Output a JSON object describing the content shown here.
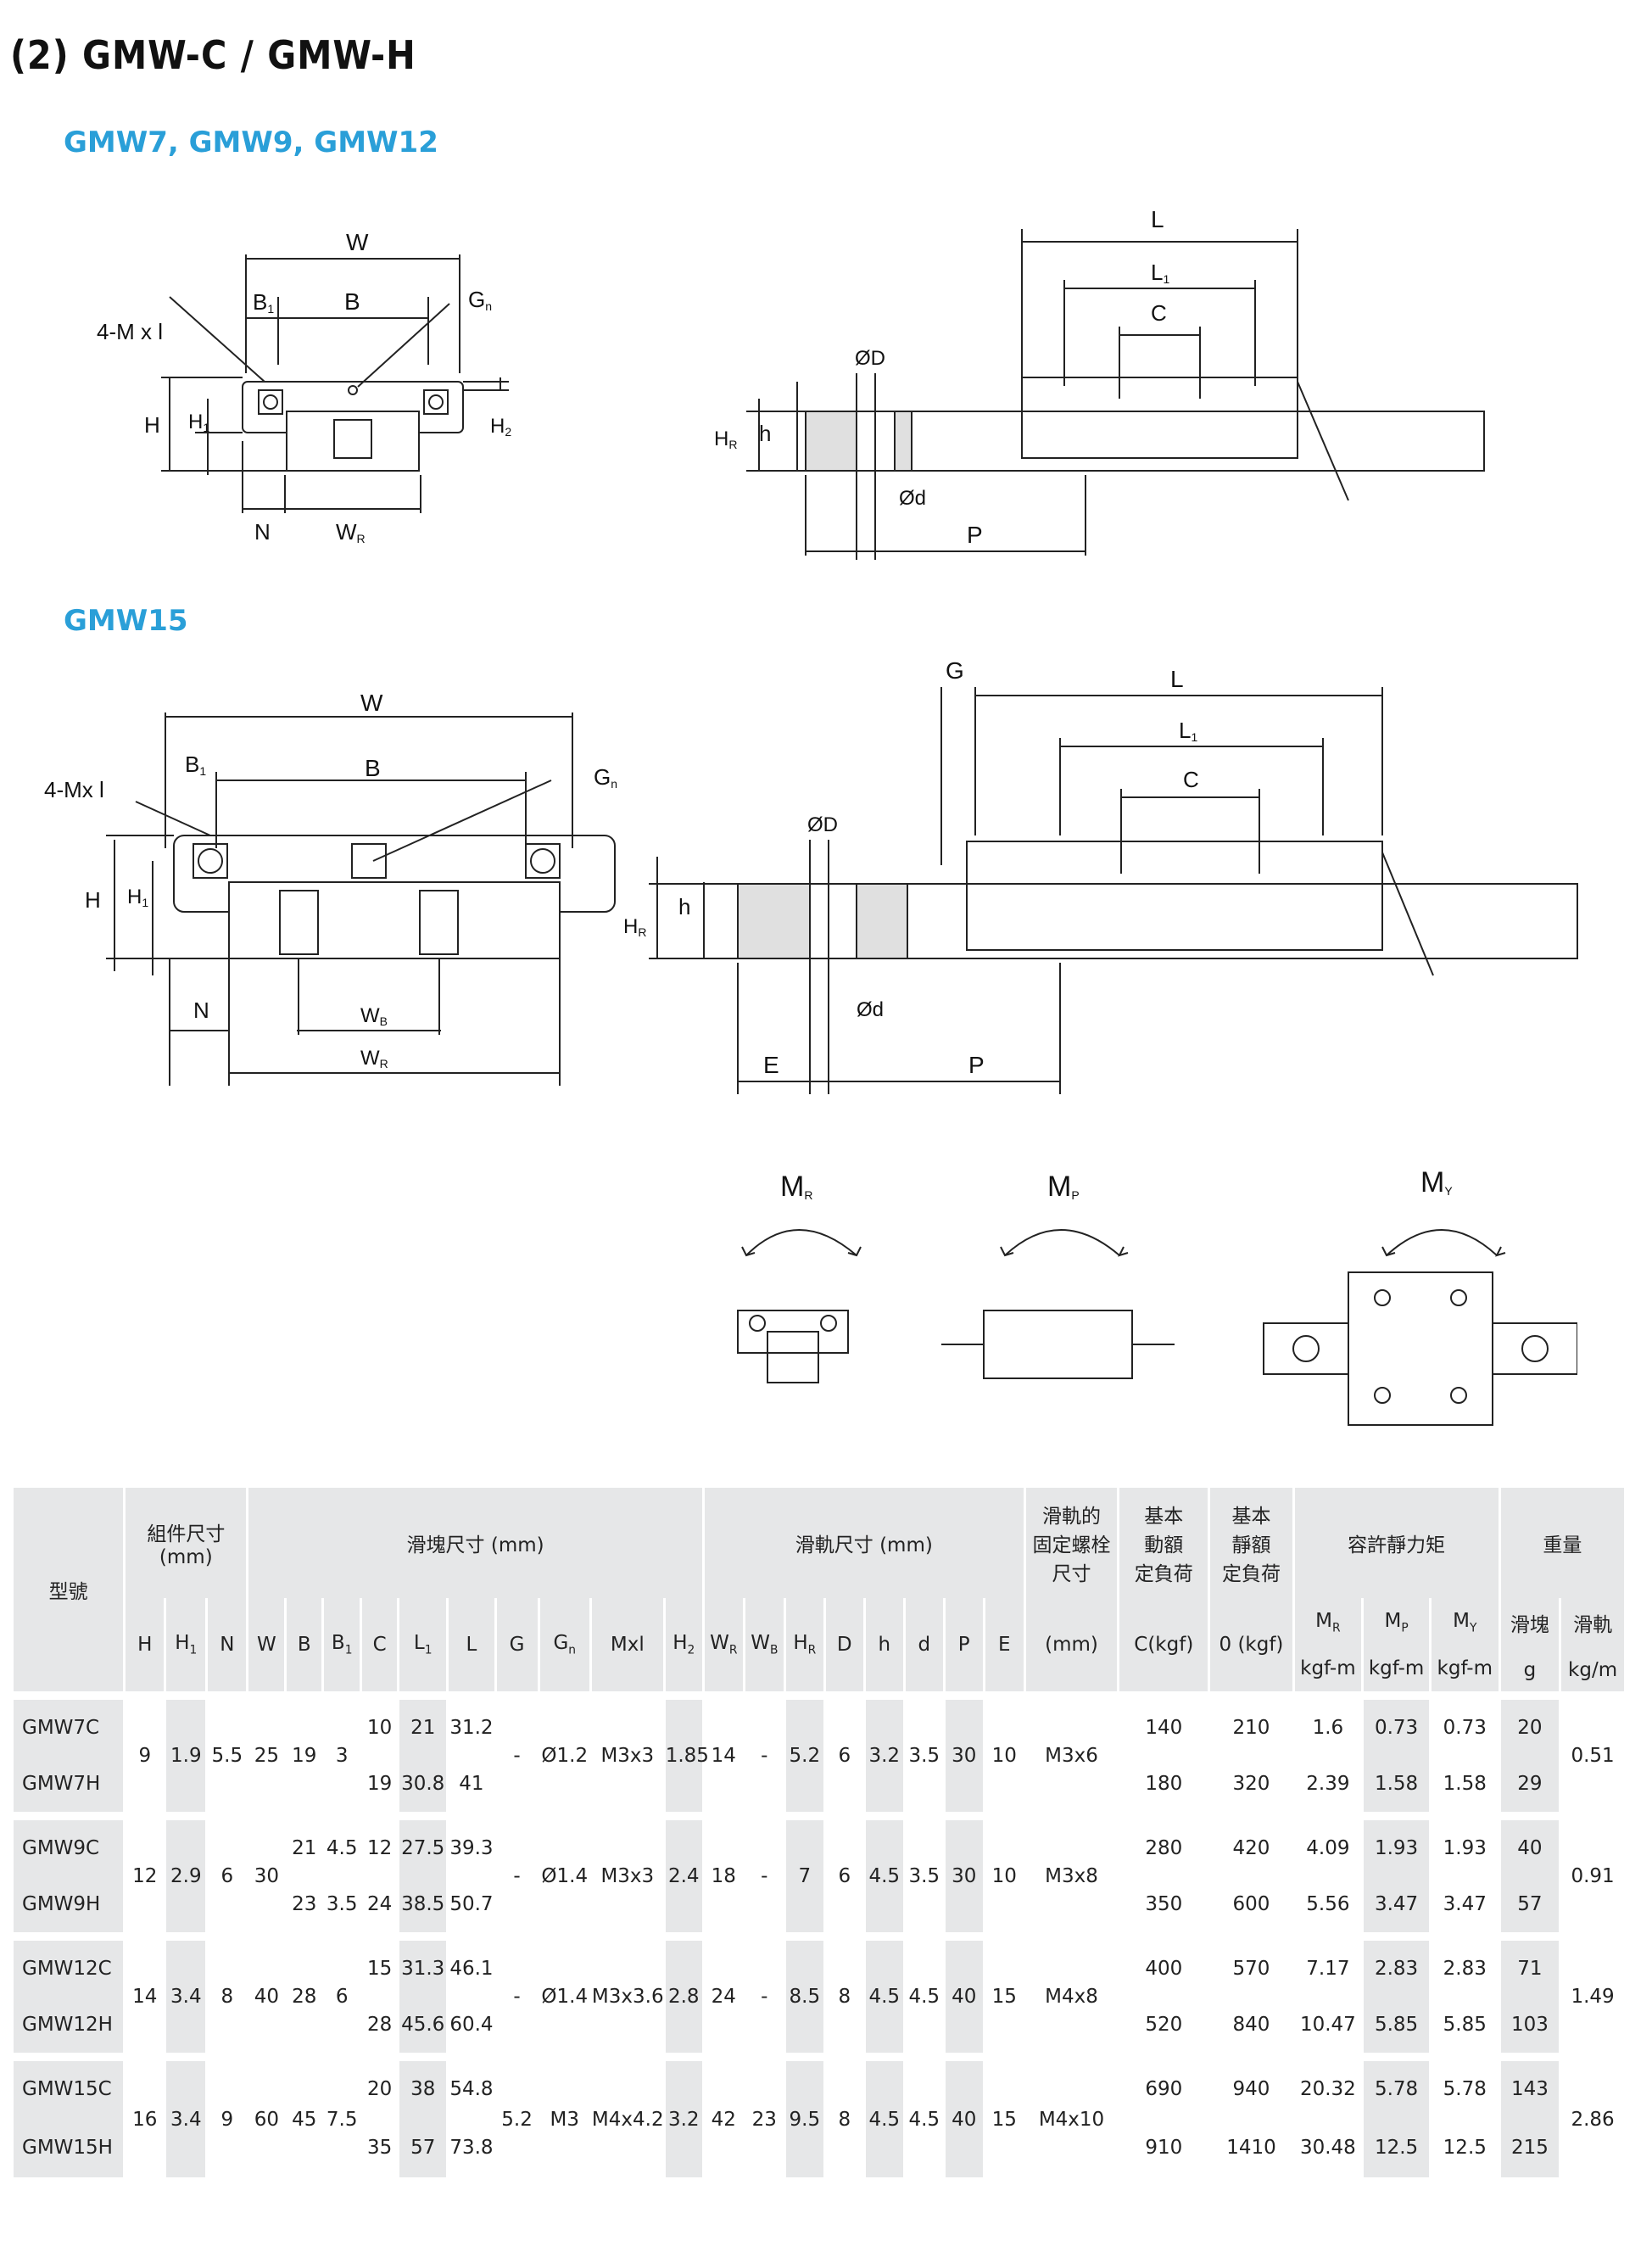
{
  "page": {
    "title": "(2) GMW-C / GMW-H",
    "section1": "GMW7, GMW9, GMW12",
    "section2": "GMW15"
  },
  "drawing_labels": {
    "W": "W",
    "B": "B",
    "B1": "B",
    "B1_sub": "1",
    "Gn": "G",
    "Gn_sub": "n",
    "mxl": "4-M x l",
    "mxl2": "4-Mx l",
    "H": "H",
    "H1": "H",
    "H1_sub": "1",
    "H2": "H",
    "H2_sub": "2",
    "N": "N",
    "WR": "W",
    "WR_sub": "R",
    "WB": "W",
    "WB_sub": "B",
    "L": "L",
    "L1": "L",
    "L1_sub": "1",
    "C": "C",
    "D": "ØD",
    "d": "Ød",
    "HR": "H",
    "HR_sub": "R",
    "h": "h",
    "P": "P",
    "E": "E",
    "G": "G",
    "MR": "M",
    "MR_sub": "R",
    "MP": "M",
    "MP_sub": "P",
    "MY": "M",
    "MY_sub": "Y"
  },
  "table": {
    "header": {
      "model": "型號",
      "assembly": [
        "組件尺寸",
        "(mm)"
      ],
      "block": "滑塊尺寸 (mm)",
      "rail": "滑軌尺寸 (mm)",
      "bolt": [
        "滑軌的",
        "固定螺栓",
        "尺寸"
      ],
      "dyn": [
        "基本",
        "動額",
        "定負荷"
      ],
      "stat": [
        "基本",
        "靜額",
        "定負荷"
      ],
      "moment": "容許靜力矩",
      "weight": "重量",
      "block_w": "滑塊",
      "rail_w": "滑軌",
      "sub": {
        "H": "H",
        "H1": "H",
        "N": "N",
        "W": "W",
        "B": "B",
        "B1": "B",
        "C": "C",
        "L1": "L",
        "L": "L",
        "G": "G",
        "Gn": "G",
        "Mxl": "Mxl",
        "H2": "H",
        "WR": "W",
        "WB": "W",
        "HR": "H",
        "D": "D",
        "h": "h",
        "d": "d",
        "P": "P",
        "E": "E",
        "bolt_unit": "(mm)",
        "dyn_unit": "C(kgf)",
        "stat_unit_c": "C",
        "stat_unit": "0 (kgf)",
        "MR": "M",
        "MP": "M",
        "MY": "M",
        "m_unit": "kgf-m",
        "g_unit": "g",
        "kgm_unit": "kg/m",
        "sub1": "1",
        "subn": "n",
        "sub2": "2",
        "subR": "R",
        "subB": "B",
        "subP": "P",
        "subY": "Y"
      }
    },
    "rows": [
      {
        "model": "GMW7C",
        "H": "9",
        "H1": "1.9",
        "N": "5.5",
        "W": "25",
        "B": "19",
        "B1": "3",
        "C": "10",
        "L1": "21",
        "L": "31.2",
        "G": "-",
        "Gn": "Ø1.2",
        "Mxl": "M3x3",
        "H2": "1.85",
        "WR": "14",
        "WB": "-",
        "HR": "5.2",
        "D": "6",
        "h": "3.2",
        "d": "3.5",
        "P": "30",
        "E": "10",
        "bolt": "M3x6",
        "C_dyn": "140",
        "C0": "210",
        "MR": "1.6",
        "MP": "0.73",
        "MY": "0.73",
        "g": "20",
        "kgm": "0.51"
      },
      {
        "model": "GMW7H",
        "C": "19",
        "L1": "30.8",
        "L": "41",
        "C_dyn": "180",
        "C0": "320",
        "MR": "2.39",
        "MP": "1.58",
        "MY": "1.58",
        "g": "29"
      },
      {
        "model": "GMW9C",
        "H": "12",
        "H1": "2.9",
        "N": "6",
        "W": "30",
        "B": "21",
        "B1": "4.5",
        "C": "12",
        "L1": "27.5",
        "L": "39.3",
        "G": "-",
        "Gn": "Ø1.4",
        "Mxl": "M3x3",
        "H2": "2.4",
        "WR": "18",
        "WB": "-",
        "HR": "7",
        "D": "6",
        "h": "4.5",
        "d": "3.5",
        "P": "30",
        "E": "10",
        "bolt": "M3x8",
        "C_dyn": "280",
        "C0": "420",
        "MR": "4.09",
        "MP": "1.93",
        "MY": "1.93",
        "g": "40",
        "kgm": "0.91"
      },
      {
        "model": "GMW9H",
        "B": "23",
        "B1": "3.5",
        "C": "24",
        "L1": "38.5",
        "L": "50.7",
        "C_dyn": "350",
        "C0": "600",
        "MR": "5.56",
        "MP": "3.47",
        "MY": "3.47",
        "g": "57"
      },
      {
        "model": "GMW12C",
        "H": "14",
        "H1": "3.4",
        "N": "8",
        "W": "40",
        "B": "28",
        "B1": "6",
        "C": "15",
        "L1": "31.3",
        "L": "46.1",
        "G": "-",
        "Gn": "Ø1.4",
        "Mxl": "M3x3.6",
        "H2": "2.8",
        "WR": "24",
        "WB": "-",
        "HR": "8.5",
        "D": "8",
        "h": "4.5",
        "d": "4.5",
        "P": "40",
        "E": "15",
        "bolt": "M4x8",
        "C_dyn": "400",
        "C0": "570",
        "MR": "7.17",
        "MP": "2.83",
        "MY": "2.83",
        "g": "71",
        "kgm": "1.49"
      },
      {
        "model": "GMW12H",
        "C": "28",
        "L1": "45.6",
        "L": "60.4",
        "C_dyn": "520",
        "C0": "840",
        "MR": "10.47",
        "MP": "5.85",
        "MY": "5.85",
        "g": "103"
      },
      {
        "model": "GMW15C",
        "H": "16",
        "H1": "3.4",
        "N": "9",
        "W": "60",
        "B": "45",
        "B1": "7.5",
        "C": "20",
        "L1": "38",
        "L": "54.8",
        "G": "5.2",
        "Gn": "M3",
        "Mxl": "M4x4.2",
        "H2": "3.2",
        "WR": "42",
        "WB": "23",
        "HR": "9.5",
        "D": "8",
        "h": "4.5",
        "d": "4.5",
        "P": "40",
        "E": "15",
        "bolt": "M4x10",
        "C_dyn": "690",
        "C0": "940",
        "MR": "20.32",
        "MP": "5.78",
        "MY": "5.78",
        "g": "143",
        "kgm": "2.86"
      },
      {
        "model": "GMW15H",
        "C": "35",
        "L1": "57",
        "L": "73.8",
        "C_dyn": "910",
        "C0": "1410",
        "MR": "30.48",
        "MP": "12.5",
        "MY": "12.5",
        "g": "215"
      }
    ]
  }
}
